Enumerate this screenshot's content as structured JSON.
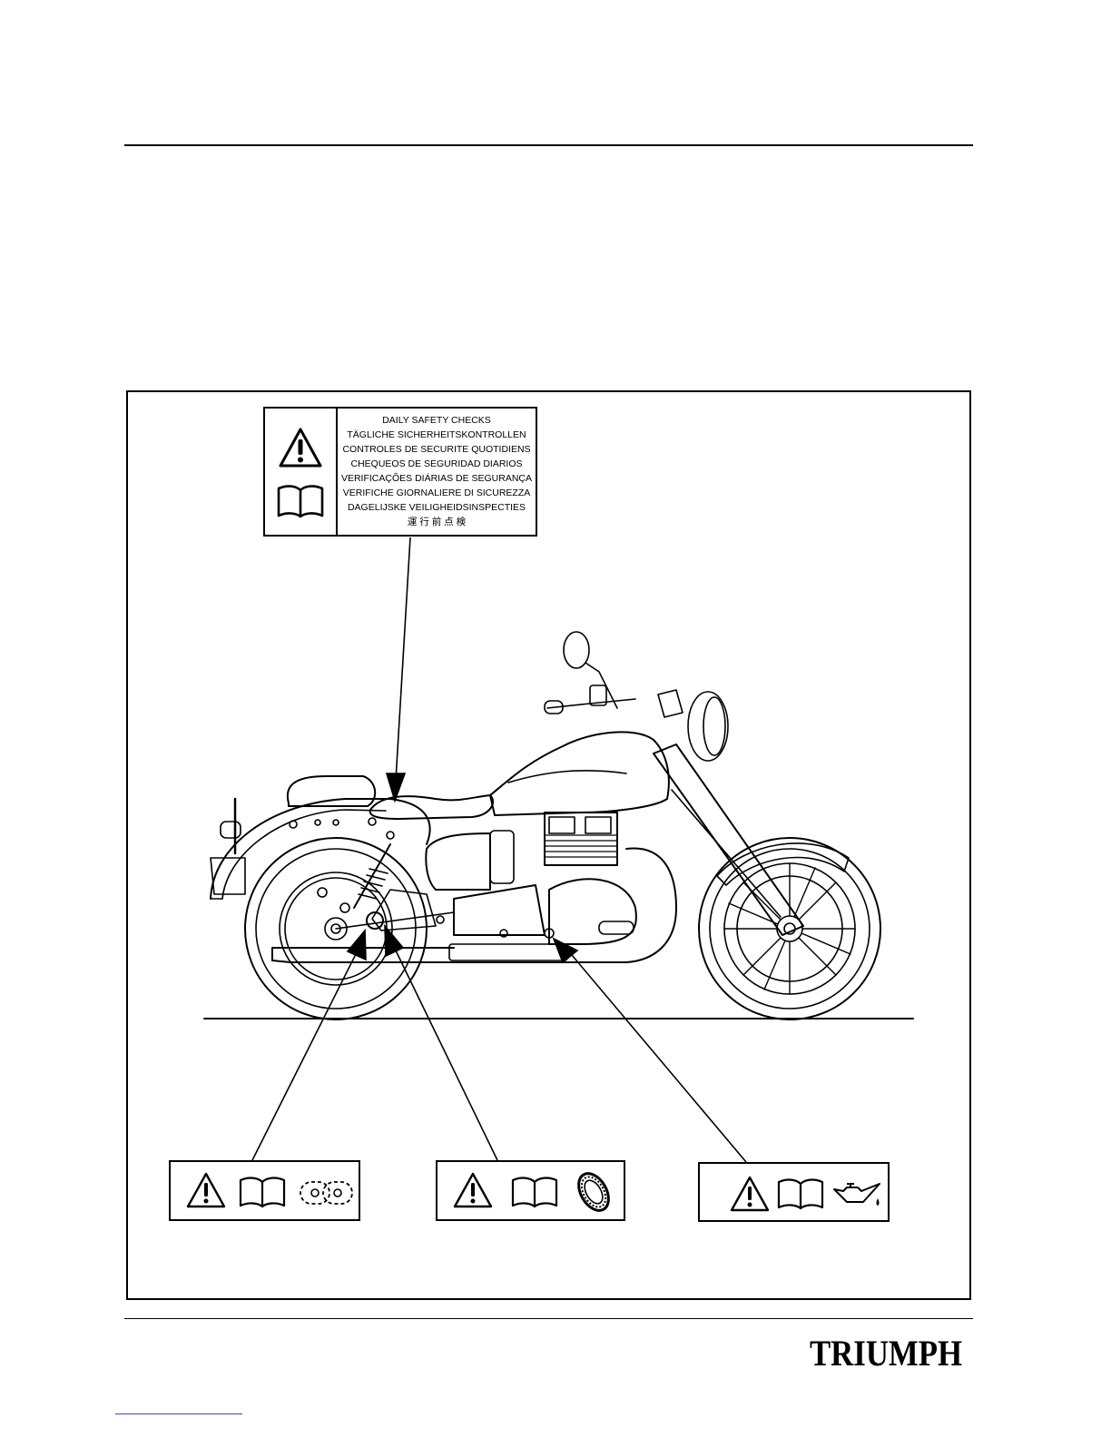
{
  "main_label": {
    "lines": [
      "DAILY SAFETY CHECKS",
      "TÄGLICHE SICHERHEITSKONTROLLEN",
      "CONTROLES DE SECURITE QUOTIDIENS",
      "CHEQUEOS DE SEGURIDAD DIARIOS",
      "VERIFICAÇÕES DIÁRIAS DE SEGURANÇA",
      "VERIFICHE GIORNALIERE DI SICUREZZA",
      "DAGELIJSKE VEILIGHEIDSINSPECTIES",
      "運 行 前 点 検"
    ],
    "icons": [
      "warning-triangle-icon",
      "book-icon"
    ]
  },
  "small_labels": [
    {
      "icons": [
        "warning-triangle-icon",
        "book-icon",
        "chain-icon"
      ]
    },
    {
      "icons": [
        "warning-triangle-icon",
        "book-icon",
        "tyre-icon"
      ]
    },
    {
      "icons": [
        "warning-triangle-icon",
        "book-icon",
        "oil-can-icon"
      ]
    }
  ],
  "brand": {
    "logo_text": "TRIUMPH"
  }
}
